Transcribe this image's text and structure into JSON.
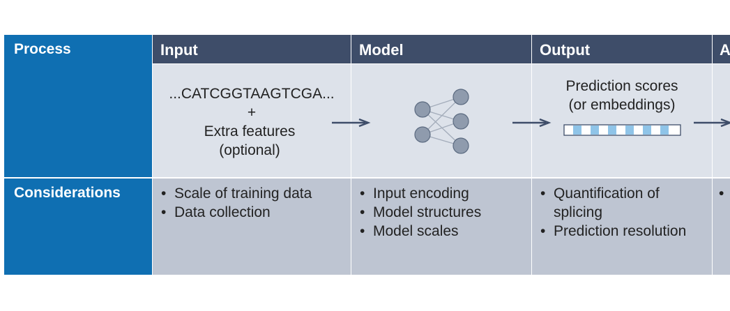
{
  "rows": {
    "process_label": "Process",
    "considerations_label": "Considerations"
  },
  "columns": [
    {
      "header": "Input"
    },
    {
      "header": "Model"
    },
    {
      "header": "Output"
    },
    {
      "header": "A"
    }
  ],
  "input": {
    "sequence": "...CATCGGTAAGTCGA...",
    "plus": "+",
    "extra_line1": "Extra features",
    "extra_line2": "(optional)"
  },
  "output": {
    "line1": "Prediction scores",
    "line2": "(or embeddings)"
  },
  "considerations": {
    "input": [
      "Scale of training data",
      "Data collection"
    ],
    "model": [
      "Input encoding",
      "Model structures",
      "Model scales"
    ],
    "output": [
      "Quantification of splicing",
      "Prediction resolution"
    ],
    "partial": [
      "",
      ""
    ]
  },
  "colors": {
    "left_column": "#0f6fb2",
    "header_row": "#3e4d69",
    "process_row": "#dde2ea",
    "considerations_row": "#bec5d2",
    "arrow": "#3e4d69",
    "node_fill": "#8f9bad",
    "bar_stripe": "#8fc4e8"
  },
  "icons": [
    "neural-network-icon",
    "arrow-right-icon",
    "striped-bar-icon"
  ]
}
